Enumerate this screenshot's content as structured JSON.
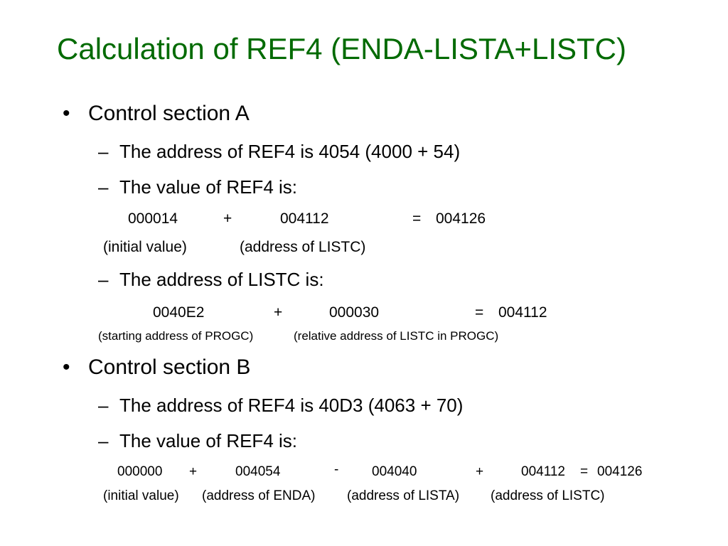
{
  "title": "Calculation of REF4 (ENDA-LISTA+LISTC)",
  "colors": {
    "title": "#006a00",
    "text": "#000000",
    "background": "#ffffff"
  },
  "bullet_marker": "•",
  "dash_marker": "–",
  "section_a": {
    "heading": "Control section A",
    "address_line": "The address of REF4 is 4054 (4000 + 54)",
    "value_line": "The value of REF4 is:",
    "value_calc": {
      "operand1": "000014",
      "op1": "+",
      "operand2": "004112",
      "eq": "=",
      "result": "004126"
    },
    "value_labels": [
      "(initial value)",
      "(address of LISTC)"
    ],
    "listc_line": "The address of LISTC is:",
    "listc_calc": {
      "operand1": "0040E2",
      "op1": "+",
      "operand2": "000030",
      "eq": "=",
      "result": "004112"
    },
    "listc_labels": [
      "(starting address of PROGC)",
      "(relative address of LISTC in PROGC)"
    ]
  },
  "section_b": {
    "heading": "Control section B",
    "address_line": "The address of REF4 is 40D3 (4063 + 70)",
    "value_line": "The value of REF4 is:",
    "value_calc": {
      "operand1": "000000",
      "op1": "+",
      "operand2": "004054",
      "op2": "-",
      "operand3": "004040",
      "op3": "+",
      "operand4": "004112",
      "eq": "=",
      "result": "004126"
    },
    "value_labels": [
      "(initial value)",
      "(address of ENDA)",
      "(address of LISTA)",
      "(address of LISTC)"
    ]
  }
}
